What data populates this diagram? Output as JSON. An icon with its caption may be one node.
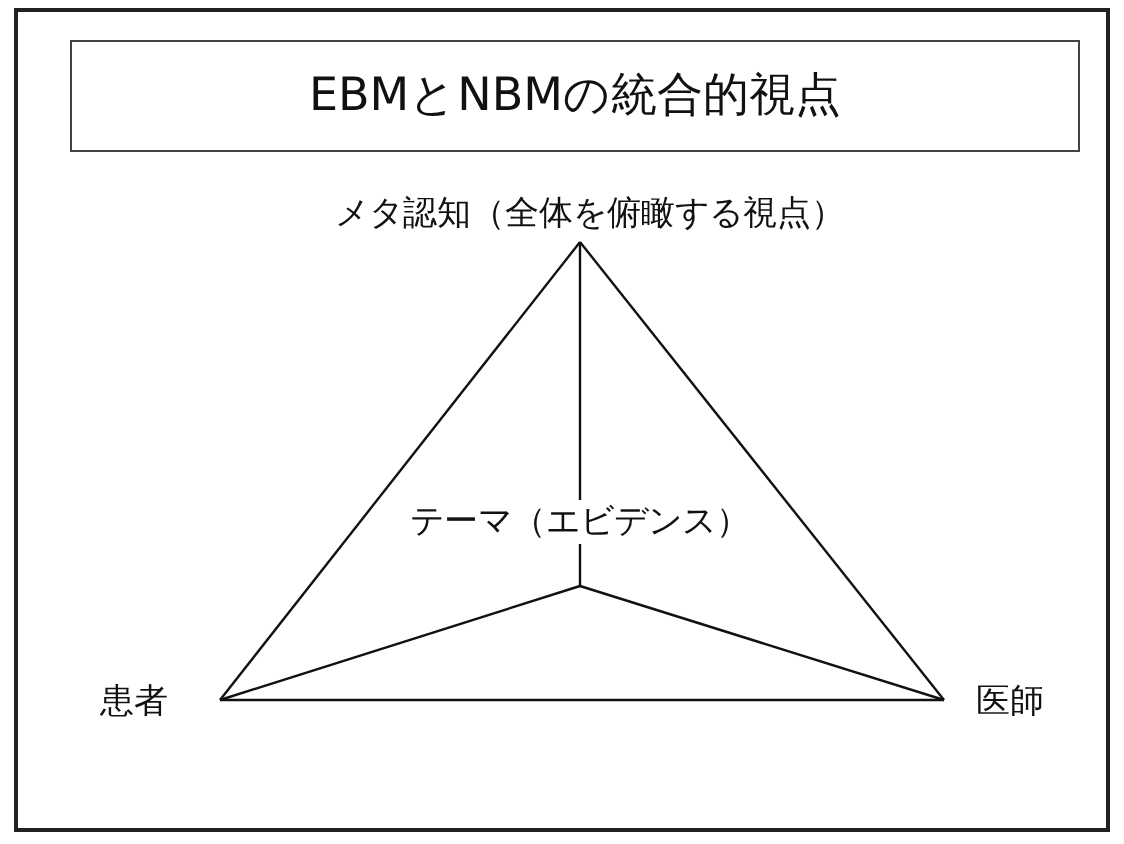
{
  "diagram": {
    "title": "EBMとNBMの統合的視点",
    "nodes": [
      {
        "text": [
          "メタ認知（全体を俯瞰する視点）"
        ]
      },
      {
        "text": [
          "患者"
        ]
      },
      {
        "text": [
          "医師"
        ]
      },
      {
        "text": [
          "テーマ（エビデンス）"
        ]
      }
    ],
    "edges": [
      {
        "from": 0,
        "to": 1,
        "arrow": "none"
      },
      {
        "from": 0,
        "to": 2,
        "arrow": "none"
      },
      {
        "from": 1,
        "to": 2,
        "arrow": "none"
      },
      {
        "from": 0,
        "to": 3,
        "arrow": "none"
      },
      {
        "from": 3,
        "to": 1,
        "arrow": "none"
      },
      {
        "from": 3,
        "to": 2,
        "arrow": "none"
      }
    ]
  }
}
